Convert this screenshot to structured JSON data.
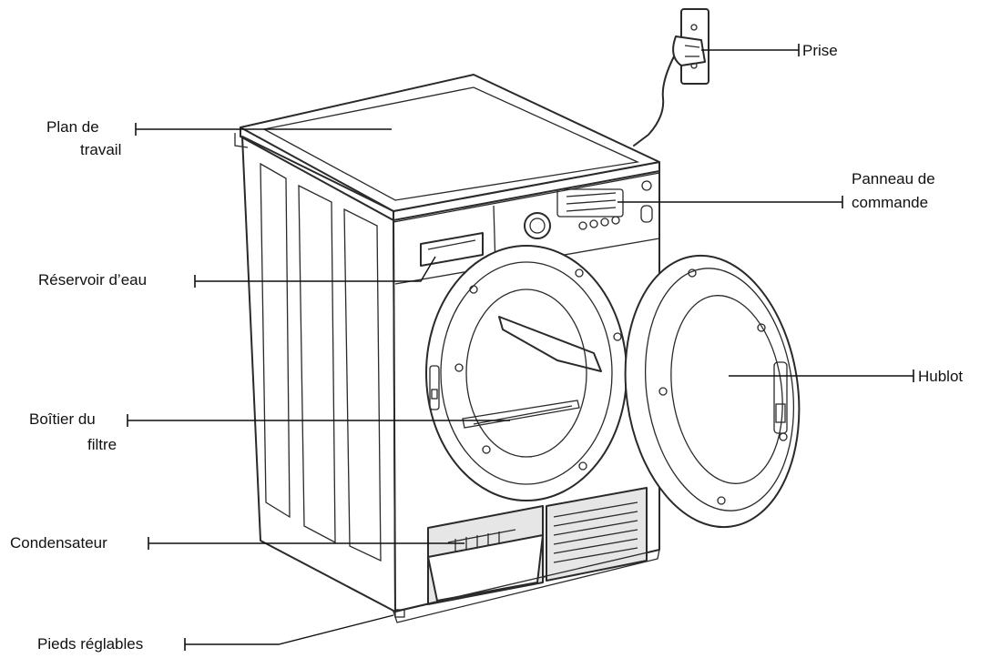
{
  "diagram": {
    "labels": {
      "prise": "Prise",
      "plan_line1": "Plan de",
      "plan_line2": "travail",
      "panneau_line1": "Panneau de",
      "panneau_line2": "commande",
      "reservoir": "Réservoir d’eau",
      "hublot": "Hublot",
      "boitier_line1": "Boîtier du",
      "boitier_line2": "filtre",
      "condensateur": "Condensateur",
      "pieds": "Pieds réglables"
    }
  }
}
